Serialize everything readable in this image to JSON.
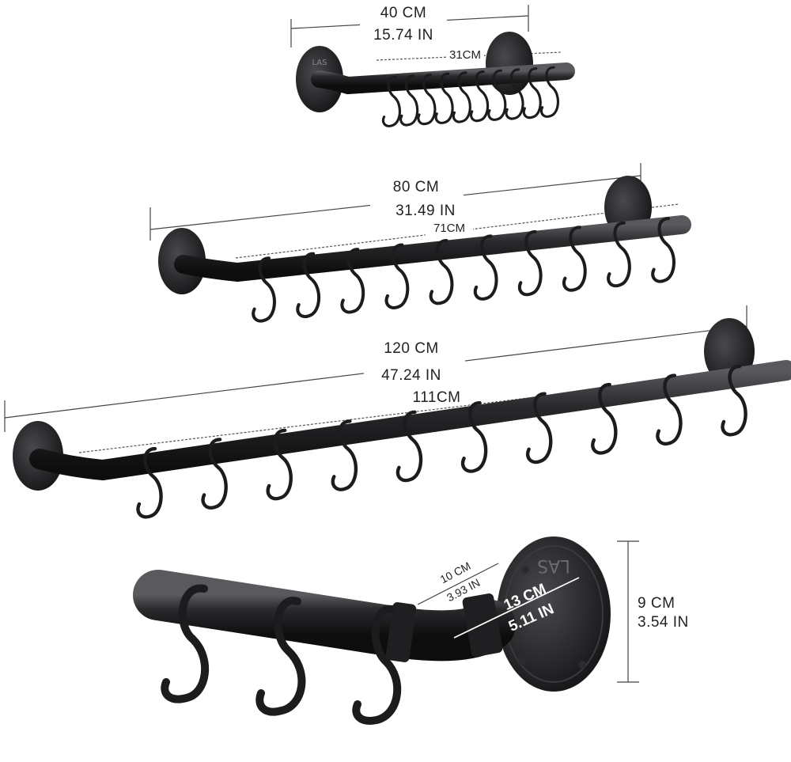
{
  "image": {
    "background": "#ffffff",
    "rack_color": "#1c1c1e",
    "label_color": "#222222"
  },
  "racks": [
    {
      "length_cm": "40 CM",
      "length_in": "15.74 IN",
      "inner": "31CM",
      "hooks": 10
    },
    {
      "length_cm": "80 CM",
      "length_in": "31.49 IN",
      "inner": "71CM",
      "hooks": 10
    },
    {
      "length_cm": "120 CM",
      "length_in": "47.24 IN",
      "inner": "111CM",
      "hooks": 10
    }
  ],
  "detail": {
    "elbow_cm": "10 CM",
    "elbow_in": "3.93 IN",
    "depth_cm": "13 CM",
    "depth_in": "5.11 IN",
    "flange_cm": "9 CM",
    "flange_in": "3.54 IN",
    "flange_stamp": "LAS"
  }
}
